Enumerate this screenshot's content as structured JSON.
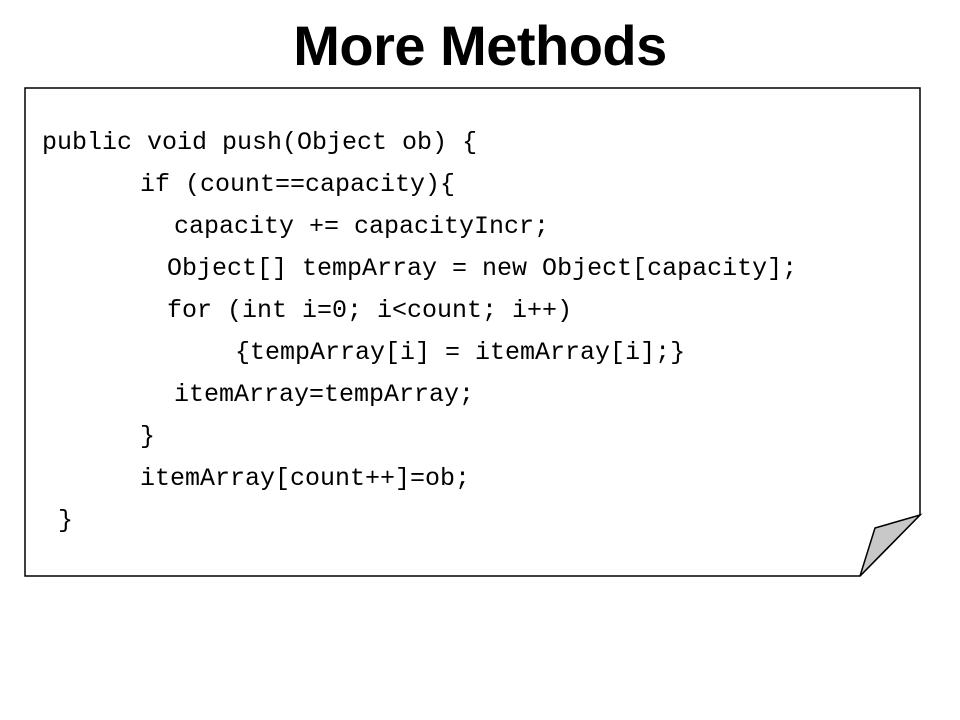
{
  "slide": {
    "title": "More Methods",
    "code_lines": [
      "public void push(Object ob) {",
      "if (count==capacity){",
      "capacity += capacityIncr;",
      "Object[] tempArray = new Object[capacity];",
      "for (int i=0; i<count; i++)",
      "{tempArray[i] = itemArray[i];}",
      "itemArray=tempArray;",
      "}",
      "itemArray[count++]=ob;",
      "}"
    ]
  }
}
